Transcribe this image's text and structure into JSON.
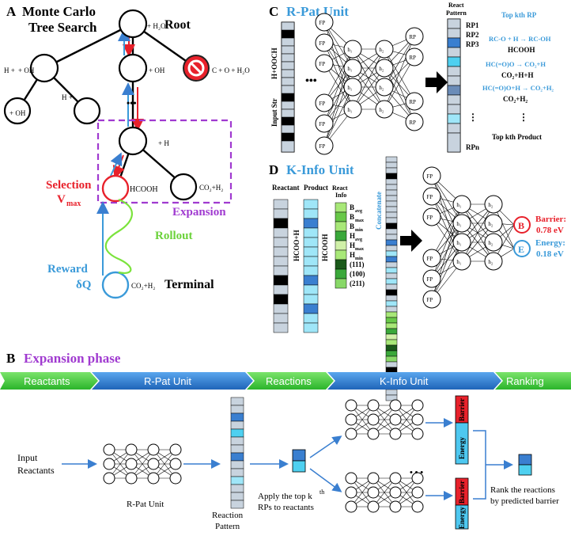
{
  "panelA": {
    "letter": "A",
    "title_line1": "Monte Carlo",
    "title_line2": "Tree Search",
    "root": "Root",
    "terminal": "Terminal",
    "selection": "Selection",
    "vmax": "V",
    "vmax_sub": "max",
    "expansion": "Expansion",
    "rollout": "Rollout",
    "reward": "Reward",
    "dq": "δQ",
    "species": {
      "root_label": "+ H₂O",
      "left1": "H +",
      "left1b": "+ OH",
      "mid1": "+ OH",
      "right1": "C + O + H₂O",
      "lower_left": "+ OH",
      "lower_mid": "H +",
      "expansion_node": "+ H",
      "hcooh": "HCOOH",
      "co2h2": "CO₂+H₂",
      "terminal_label": "CO₂+H₂",
      "dots": "•••"
    }
  },
  "panelC": {
    "letter": "C",
    "title": "R-Pat Unit",
    "input_label": "Input Str",
    "input_mol": "H+OOCH",
    "fp": "FP",
    "h1": "h₁",
    "h2": "h₂",
    "rp": "RP",
    "react_pattern_1": "React",
    "react_pattern_2": "Pattern",
    "rp_items": [
      "RP1",
      "RP2",
      "RP3",
      "RPn"
    ],
    "top_kth_rp": "Top kth RP",
    "reactions": [
      "RC-O + H → RC-OH",
      "HCOOH",
      "HC(=O)O → CO₂+H",
      "CO₂+H+H",
      "HC(=O)O+H → CO₂+H₂",
      "CO₂+H₂"
    ],
    "top_kth_product": "Top kth Product"
  },
  "panelD": {
    "letter": "D",
    "title": "K-Info Unit",
    "reactant": "Reactant",
    "product": "Product",
    "react_info_1": "React",
    "react_info_2": "Info",
    "reactant_mol": "HCOO+H",
    "product_mol": "HCOOH",
    "info_items": [
      "B",
      "B",
      "B",
      "H",
      "H",
      "H",
      "(111)",
      "(100)",
      "(211)"
    ],
    "info_subs": [
      "avg",
      "max",
      "min",
      "avg",
      "max",
      "min",
      "",
      "",
      ""
    ],
    "concatenate": "Concatenate",
    "out_b": "B",
    "out_e": "E",
    "barrier_label": "Barrier:",
    "barrier_value": "0.78 eV",
    "energy_label": "Energy:",
    "energy_value": "0.18 eV"
  },
  "panelB": {
    "letter": "B",
    "title": "Expansion phase",
    "banner": [
      "Reactants",
      "R-Pat Unit",
      "Reactions",
      "K-Info Unit",
      "Ranking"
    ],
    "input_1": "Input",
    "input_2": "Reactants",
    "rpat_label": "R-Pat Unit",
    "reaction_pattern_1": "Reaction",
    "reaction_pattern_2": "Pattern",
    "apply_1": "Apply the top k",
    "apply_sup": "th",
    "apply_2": "RPs to reactants",
    "energy": "Energy",
    "barrier": "Barrier",
    "rank_1": "Rank the reactions",
    "rank_2": "by predicted barrier",
    "dots": "• • •"
  },
  "colors": {
    "blue": "#3a9ad9",
    "red": "#e8212b",
    "purple": "#a03ad0",
    "green": "#6bd23a",
    "banner_green": "#3cc43c",
    "banner_blue": "#2f7fd0"
  }
}
